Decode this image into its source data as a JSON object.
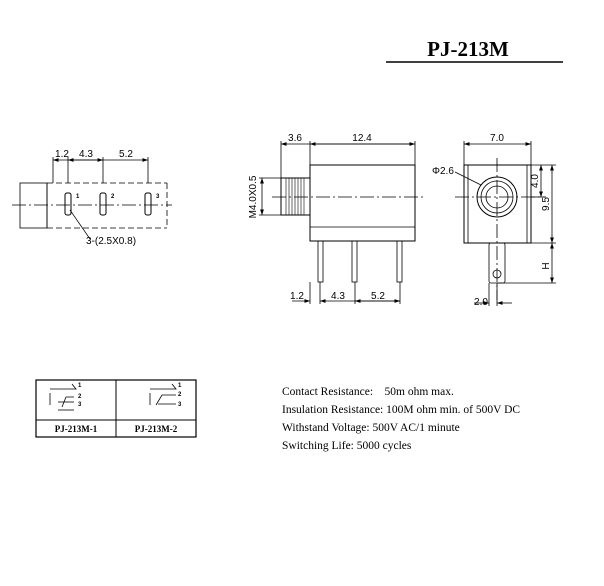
{
  "title": "PJ-213M",
  "left_view": {
    "dims": [
      "1.2",
      "4.3",
      "5.2"
    ],
    "pin_labels": [
      "1",
      "2",
      "3"
    ],
    "callout": "3-(2.5X0.8)"
  },
  "side_view": {
    "top_dims": [
      "3.6",
      "12.4"
    ],
    "thread": "M4.0X0.5",
    "bottom_dims": [
      "1.2",
      "4.3",
      "5.2"
    ]
  },
  "front_view": {
    "width": "7.0",
    "hole": "Φ2.6",
    "dim_a": "4.0",
    "dim_b": "9.5",
    "dim_h": "H",
    "bottom": "2.0"
  },
  "variants": [
    {
      "label": "PJ-213M-1",
      "pins": [
        "1",
        "2",
        "3"
      ]
    },
    {
      "label": "PJ-213M-2",
      "pins": [
        "1",
        "2",
        "3"
      ]
    }
  ],
  "specs": [
    "Contact Resistance:    50m ohm max.",
    "Insulation Resistance: 100M ohm min. of 500V DC",
    "Withstand Voltage: 500V AC/1 minute",
    "Switching Life: 5000 cycles"
  ]
}
